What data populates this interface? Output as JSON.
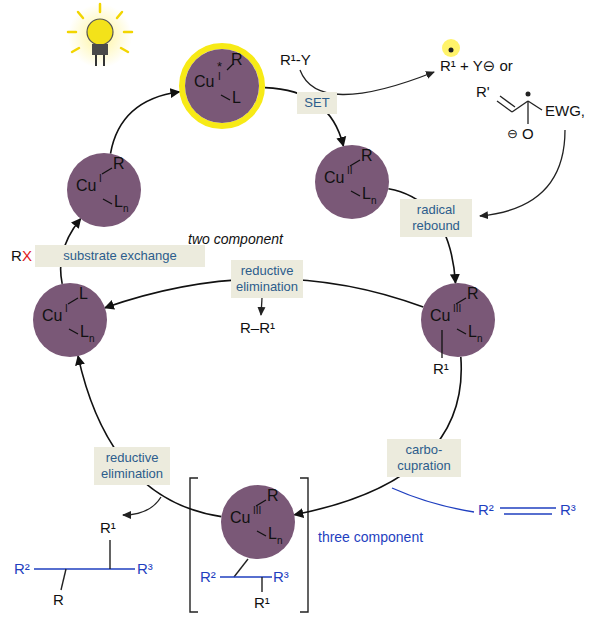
{
  "diagram": {
    "nodes": [
      {
        "text": [
          "R",
          "Cu",
          "I",
          "L",
          "n"
        ]
      },
      {
        "text": [
          "R",
          "Cu",
          "*",
          "I",
          "L"
        ]
      },
      {
        "text": [
          "R",
          "Cu",
          "II",
          "L",
          "n"
        ]
      },
      {
        "text": [
          "R",
          "Cu",
          "III",
          "L",
          "n",
          "R¹"
        ]
      },
      {
        "text": [
          "L",
          "Cu",
          "I",
          "L",
          "n"
        ]
      },
      {
        "text": [
          "R",
          "Cu",
          "III",
          "L",
          "n"
        ]
      }
    ],
    "edges": [
      {
        "from": 0,
        "to": 1,
        "arrow": "to"
      },
      {
        "from": 1,
        "to": 2,
        "label": "SET",
        "arrow": "to"
      },
      {
        "from": 2,
        "to": 3,
        "label": "radical rebound",
        "arrow": "to"
      },
      {
        "from": 3,
        "to": 4,
        "label": "reductive elimination",
        "arrow": "to"
      },
      {
        "from": 4,
        "to": 0,
        "label": "substrate exchange",
        "arrow": "to"
      },
      {
        "from": 3,
        "to": 5,
        "label": "carbo-cupration",
        "arrow": "to"
      },
      {
        "from": 5,
        "to": 4,
        "label": "reductive elimination",
        "arrow": "to"
      }
    ],
    "labels": [
      "R¹-Y",
      "R¹ + Y⊖ or",
      "R'",
      "EWG,",
      "⊖",
      "O",
      "two component",
      "R–R¹",
      "R",
      "X",
      "three component",
      "R²",
      "R³",
      "R²",
      "R³",
      "R¹",
      "R²",
      "R¹",
      "R³",
      "R"
    ]
  }
}
